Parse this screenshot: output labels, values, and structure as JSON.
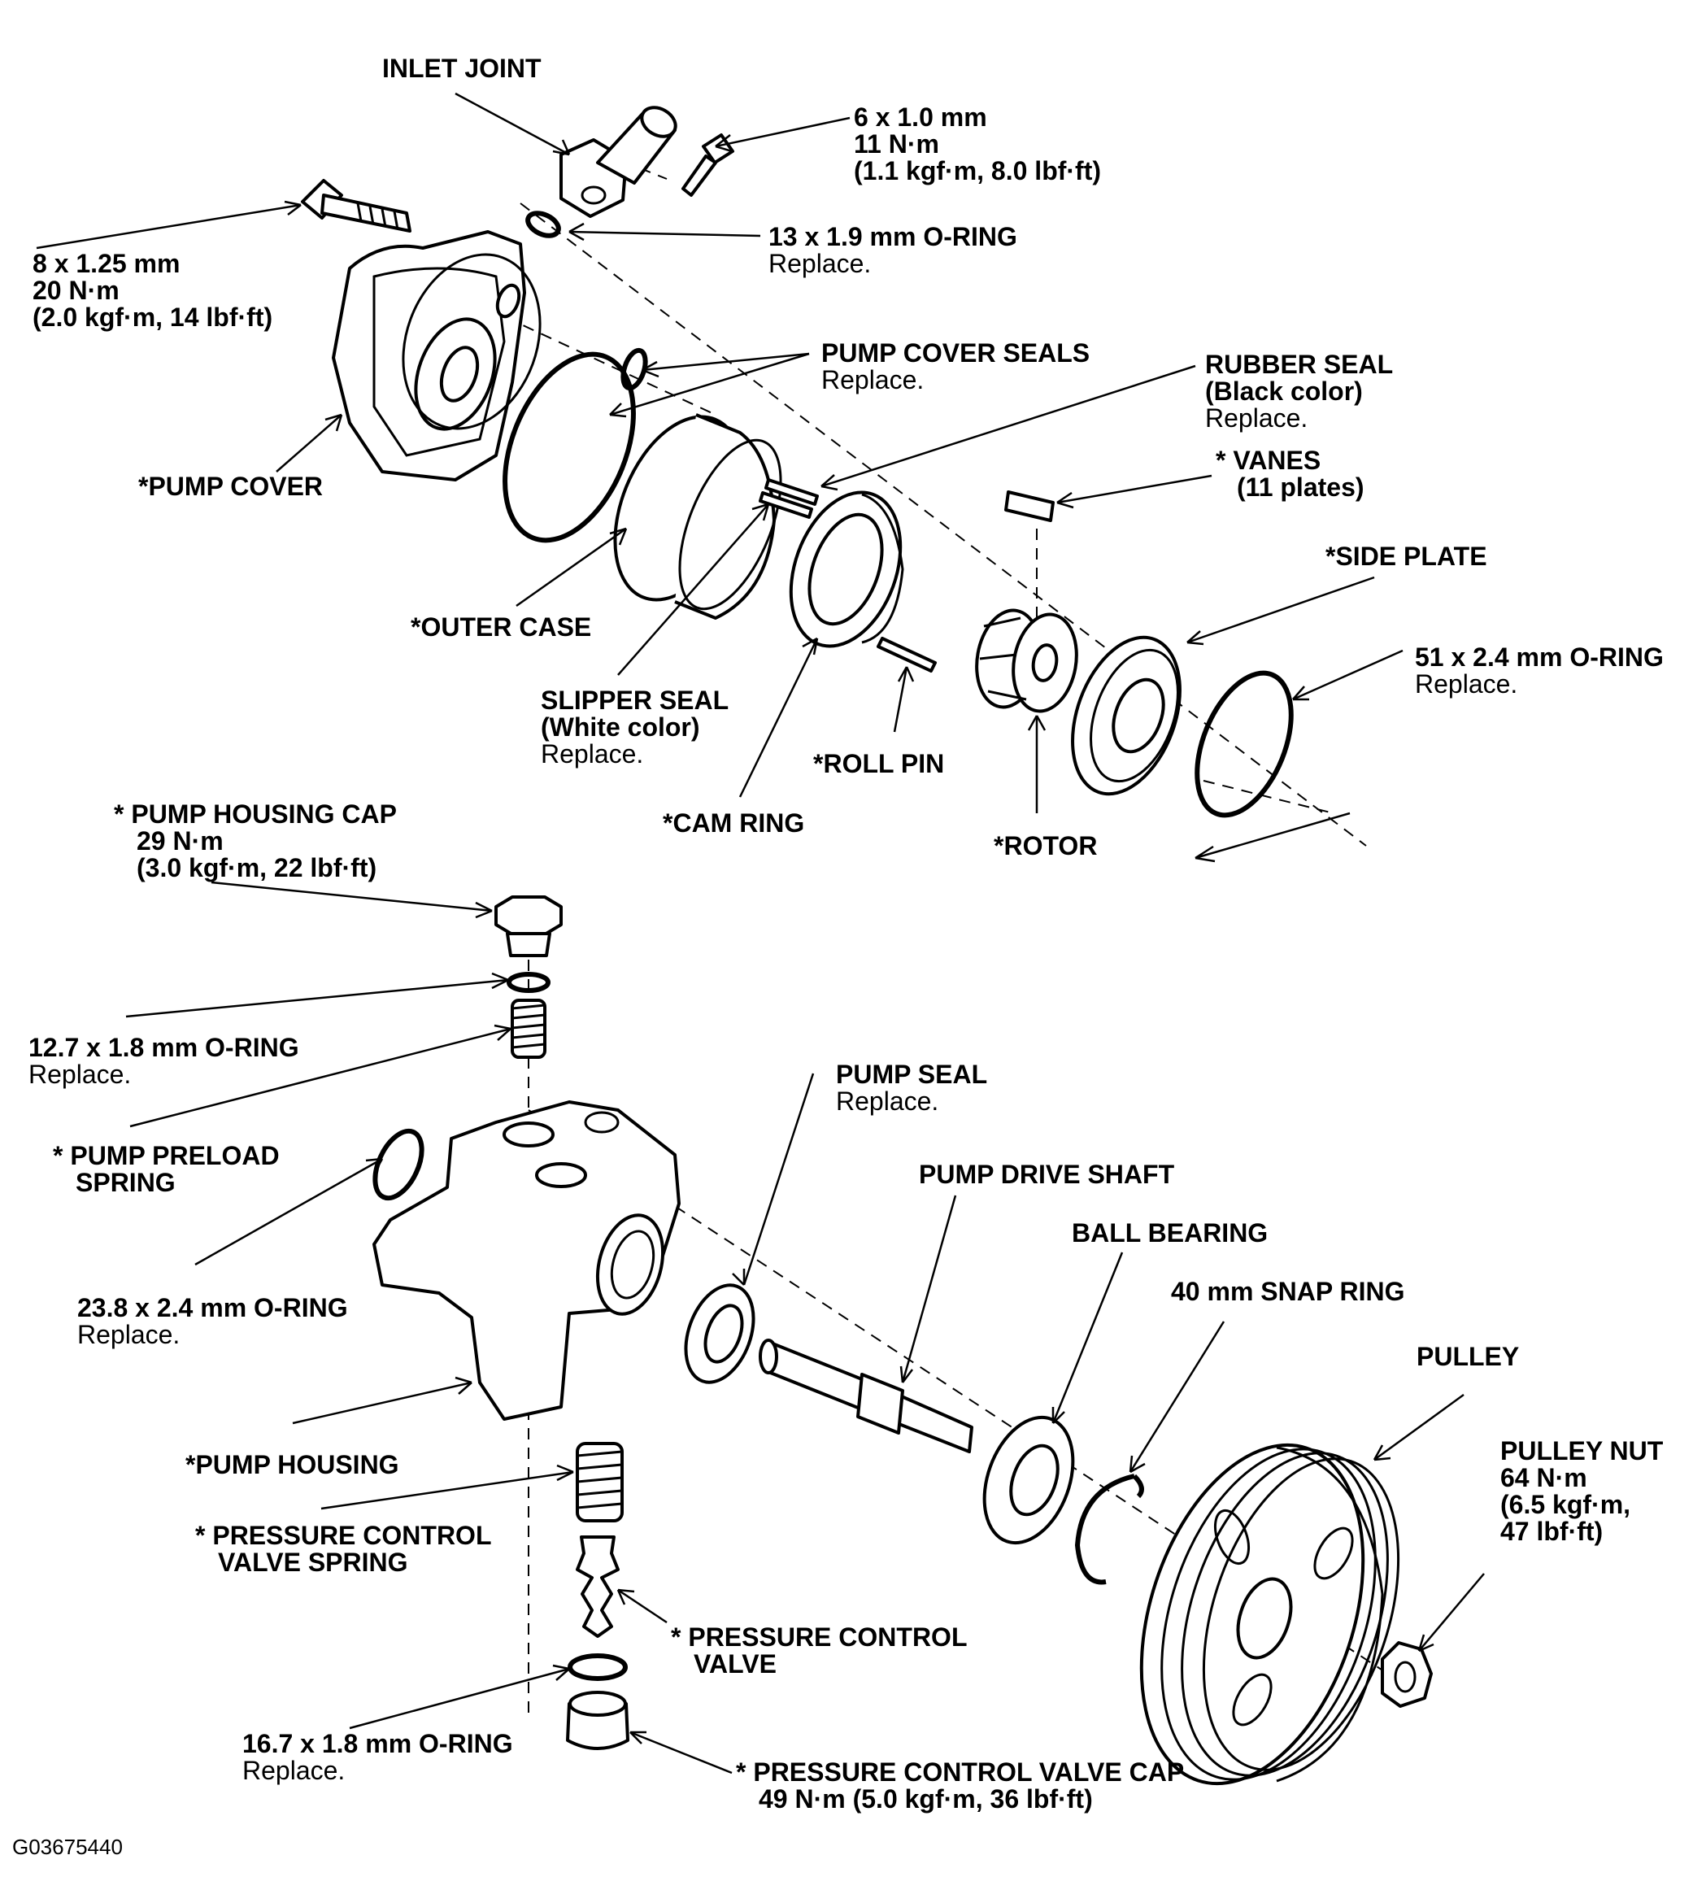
{
  "labels": {
    "inlet_joint": {
      "lines": [
        "INLET JOINT"
      ]
    },
    "bolt_6": {
      "lines": [
        "6 x 1.0 mm",
        "11 N·m",
        "(1.1 kgf·m, 8.0 lbf·ft)"
      ]
    },
    "oring_13": {
      "lines": [
        "13 x 1.9 mm O-RING"
      ],
      "note": "Replace."
    },
    "bolt_8": {
      "lines": [
        "8 x 1.25 mm",
        "20 N·m",
        "(2.0 kgf·m, 14 lbf·ft)"
      ]
    },
    "pump_cover_seals": {
      "lines": [
        "PUMP COVER SEALS"
      ],
      "note": "Replace."
    },
    "rubber_seal": {
      "lines": [
        "RUBBER SEAL",
        "(Black color)"
      ],
      "note": "Replace."
    },
    "vanes": {
      "lines": [
        "* VANES",
        "(11 plates)"
      ]
    },
    "pump_cover": {
      "lines": [
        "*PUMP COVER"
      ]
    },
    "side_plate": {
      "lines": [
        "*SIDE PLATE"
      ]
    },
    "outer_case": {
      "lines": [
        "*OUTER CASE"
      ]
    },
    "oring_51": {
      "lines": [
        "51 x 2.4 mm O-RING"
      ],
      "note": "Replace."
    },
    "slipper_seal": {
      "lines": [
        "SLIPPER SEAL",
        "(White color)"
      ],
      "note": "Replace."
    },
    "roll_pin": {
      "lines": [
        "*ROLL PIN"
      ]
    },
    "cam_ring": {
      "lines": [
        "*CAM RING"
      ]
    },
    "rotor": {
      "lines": [
        "*ROTOR"
      ]
    },
    "housing_cap": {
      "lines": [
        "* PUMP HOUSING CAP",
        "29 N·m",
        "(3.0 kgf·m, 22 lbf·ft)"
      ]
    },
    "oring_12_7": {
      "lines": [
        "12.7 x 1.8 mm O-RING"
      ],
      "note": "Replace."
    },
    "preload_spring": {
      "lines": [
        "* PUMP PRELOAD",
        "SPRING"
      ]
    },
    "pump_seal": {
      "lines": [
        "PUMP SEAL"
      ],
      "note": "Replace."
    },
    "drive_shaft": {
      "lines": [
        "PUMP DRIVE SHAFT"
      ]
    },
    "ball_bearing": {
      "lines": [
        "BALL BEARING"
      ]
    },
    "snap_ring": {
      "lines": [
        "40 mm SNAP RING"
      ]
    },
    "oring_23_8": {
      "lines": [
        "23.8 x 2.4 mm O-RING"
      ],
      "note": "Replace."
    },
    "pulley": {
      "lines": [
        "PULLEY"
      ]
    },
    "pulley_nut": {
      "lines": [
        "PULLEY NUT",
        "64 N·m",
        "(6.5 kgf·m,",
        "47 lbf·ft)"
      ]
    },
    "pump_housing": {
      "lines": [
        "*PUMP HOUSING"
      ]
    },
    "pcv_spring": {
      "lines": [
        "* PRESSURE CONTROL",
        "VALVE SPRING"
      ]
    },
    "pcv": {
      "lines": [
        "* PRESSURE CONTROL",
        "VALVE"
      ]
    },
    "oring_16_7": {
      "lines": [
        "16.7 x 1.8 mm O-RING"
      ],
      "note": "Replace."
    },
    "pcv_cap": {
      "lines": [
        "* PRESSURE CONTROL VALVE CAP",
        "49 N·m (5.0 kgf·m, 36 lbf·ft)"
      ]
    }
  },
  "figure_id": "G03675440"
}
